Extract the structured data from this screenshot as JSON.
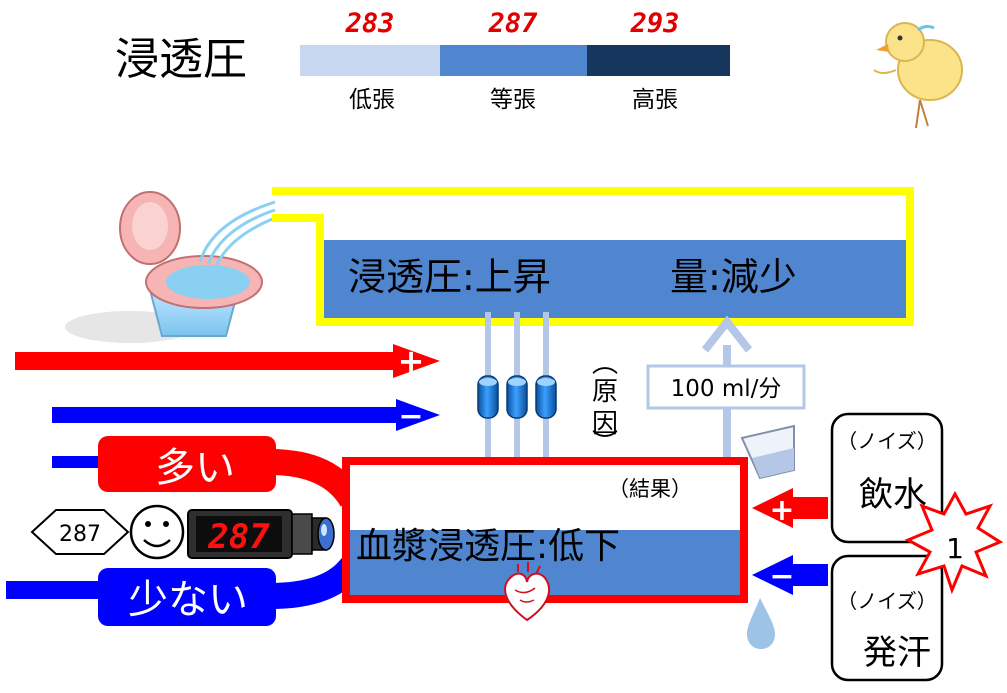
{
  "scale": {
    "title": "浸透圧",
    "segments": [
      {
        "value": "283",
        "label": "低張",
        "color": "#c6d7ef"
      },
      {
        "value": "287",
        "label": "等張",
        "color": "#4f86cf"
      },
      {
        "value": "293",
        "label": "高張",
        "color": "#17365d"
      }
    ]
  },
  "upper_box": {
    "text_left": "浸透圧:上昇",
    "text_right": "量:減少"
  },
  "lower_box": {
    "caption": "（結果）",
    "text": "血漿浸透圧:低下"
  },
  "cause_label": "（原因）",
  "flow_rate": "100 ml/分",
  "loop": {
    "plus": "+",
    "minus": "−",
    "more": "多い",
    "less": "少ない"
  },
  "sensor": {
    "setpoint": "287",
    "display": "287"
  },
  "noise_drink": {
    "tag": "（ノイズ）",
    "label": "飲水"
  },
  "noise_sweat": {
    "tag": "（ノイズ）",
    "label": "発汗"
  },
  "burst_number": "1",
  "colors": {
    "red": "#ff0000",
    "blue": "#0000ff",
    "yellow": "#ffff00",
    "plasma": "#4f86cf",
    "light_blue": "#b4c7e7",
    "capsule": "#0070c0"
  }
}
